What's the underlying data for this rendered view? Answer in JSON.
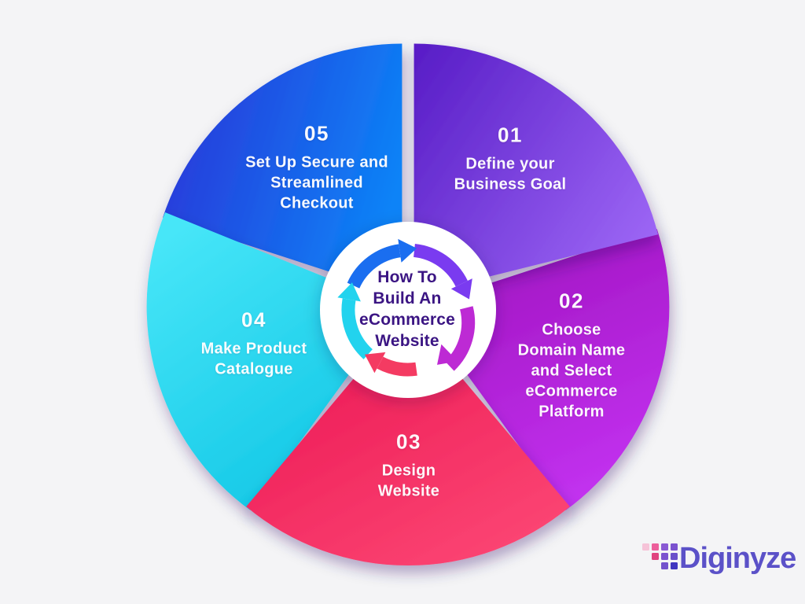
{
  "background": "#f4f4f6",
  "title": {
    "text": "How To Build An eCommerce Website",
    "lines": [
      "How To",
      "Build An",
      "eCommerce",
      "Website"
    ],
    "color": "#3b1583"
  },
  "steps": [
    {
      "number": "01",
      "label": "Define your Business Goal",
      "lines": [
        "Define your",
        "Business Goal"
      ],
      "color_start": "#5a1fc8",
      "color_end": "#9e68f6",
      "arrow_color": "#7a3bf0"
    },
    {
      "number": "02",
      "label": "Choose Domain Name and Select eCommerce Platform",
      "lines": [
        "Choose",
        "Domain Name",
        "and Select",
        "eCommerce",
        "Platform"
      ],
      "color_start": "#a014c0",
      "color_end": "#c433f2",
      "arrow_color": "#bd2ad4"
    },
    {
      "number": "03",
      "label": "Design Website",
      "lines": [
        "Design",
        "Website"
      ],
      "color_start": "#ea1150",
      "color_end": "#fb4472",
      "arrow_color": "#f43b62"
    },
    {
      "number": "04",
      "label": "Make Product Catalogue",
      "lines": [
        "Make Product",
        "Catalogue"
      ],
      "color_start": "#47e6f8",
      "color_end": "#0dc4e4",
      "arrow_color": "#22d3ee"
    },
    {
      "number": "05",
      "label": "Set Up Secure and Streamlined Checkout",
      "lines": [
        "Set Up Secure and",
        "Streamlined",
        "Checkout"
      ],
      "color_start": "#2b35d8",
      "color_end": "#0c83f7",
      "arrow_color": "#1a6ef0"
    }
  ],
  "logo": {
    "text": "Diginyze",
    "color": "#5b51c8",
    "dot_colors": [
      "#f6c3d8",
      "#ec5f9b",
      "#8a5ad4",
      "#7b52cf",
      "#e0447f",
      "#7b52cf",
      "#6a4fca",
      "#7452cd",
      "#4036c0"
    ]
  }
}
